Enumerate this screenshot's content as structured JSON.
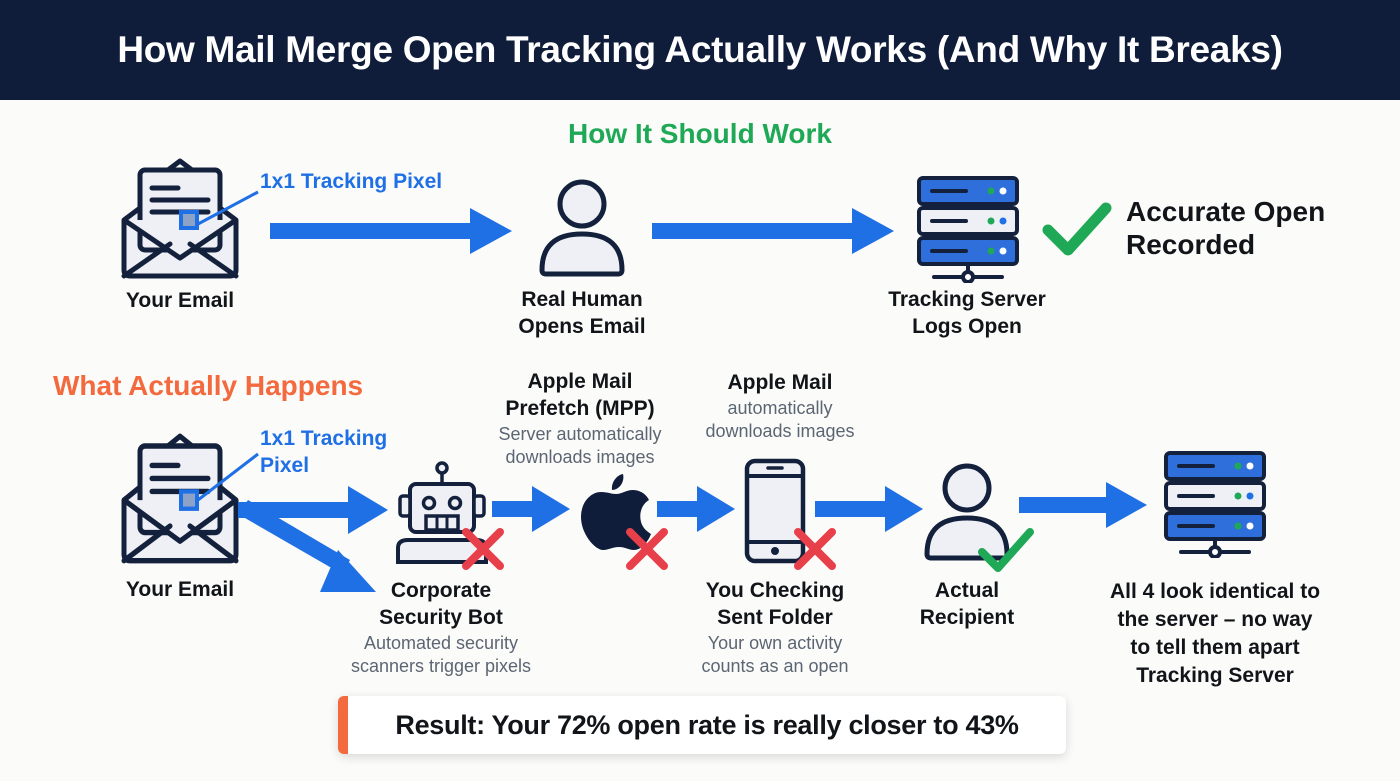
{
  "header": {
    "title": "How Mail Merge Open Tracking Actually Works (And Why It Breaks)"
  },
  "colors": {
    "header_bg": "#0f1d3a",
    "arrow_blue": "#1f6fe5",
    "success_green": "#1fa855",
    "failure_red": "#e8404a",
    "warning_orange": "#f26a3d",
    "icon_stroke": "#14213d"
  },
  "ideal_flow": {
    "section_title": "How It Should Work",
    "section_color": "#1fa855",
    "steps": [
      {
        "icon": "envelope-icon",
        "label": "Your Email",
        "annotation": "1x1 Tracking Pixel"
      },
      {
        "icon": "person-icon",
        "label_line1": "Real Human",
        "label_line2": "Opens Email"
      },
      {
        "icon": "server-icon",
        "label_line1": "Tracking Server",
        "label_line2": "Logs Open"
      }
    ],
    "outcome": {
      "icon": "checkmark-icon",
      "line1": "Accurate Open",
      "line2": "Recorded"
    }
  },
  "actual_flow": {
    "section_title": "What Actually Happens",
    "section_color": "#f26a3d",
    "email": {
      "icon": "envelope-icon",
      "label": "Your Email",
      "annotation_line1": "1x1 Tracking",
      "annotation_line2": "Pixel"
    },
    "steps": [
      {
        "icon": "robot-icon",
        "status": "invalid",
        "label_line1": "Corporate",
        "label_line2": "Security Bot",
        "desc_line1": "Automated security",
        "desc_line2": "scanners trigger pixels"
      },
      {
        "icon": "apple-icon",
        "status": "invalid",
        "label_line1": "Apple Mail",
        "label_line2": "Prefetch (MPP)",
        "desc_line1": "Server automatically",
        "desc_line2": "downloads images"
      },
      {
        "icon": "phone-icon",
        "status": "invalid",
        "top_label": "Apple Mail",
        "top_desc_line1": "automatically",
        "top_desc_line2": "downloads images",
        "label_line1": "You Checking",
        "label_line2": "Sent Folder",
        "desc_line1": "Your own activity",
        "desc_line2": "counts as an open"
      },
      {
        "icon": "person-icon",
        "status": "valid",
        "label_line1": "Actual",
        "label_line2": "Recipient"
      }
    ],
    "server": {
      "icon": "server-icon",
      "line1": "All 4 look identical to",
      "line2": "the server – no way",
      "line3": "to tell them apart",
      "line4": "Tracking Server"
    }
  },
  "result": {
    "text": "Result: Your 72% open rate is really closer to 43%"
  }
}
